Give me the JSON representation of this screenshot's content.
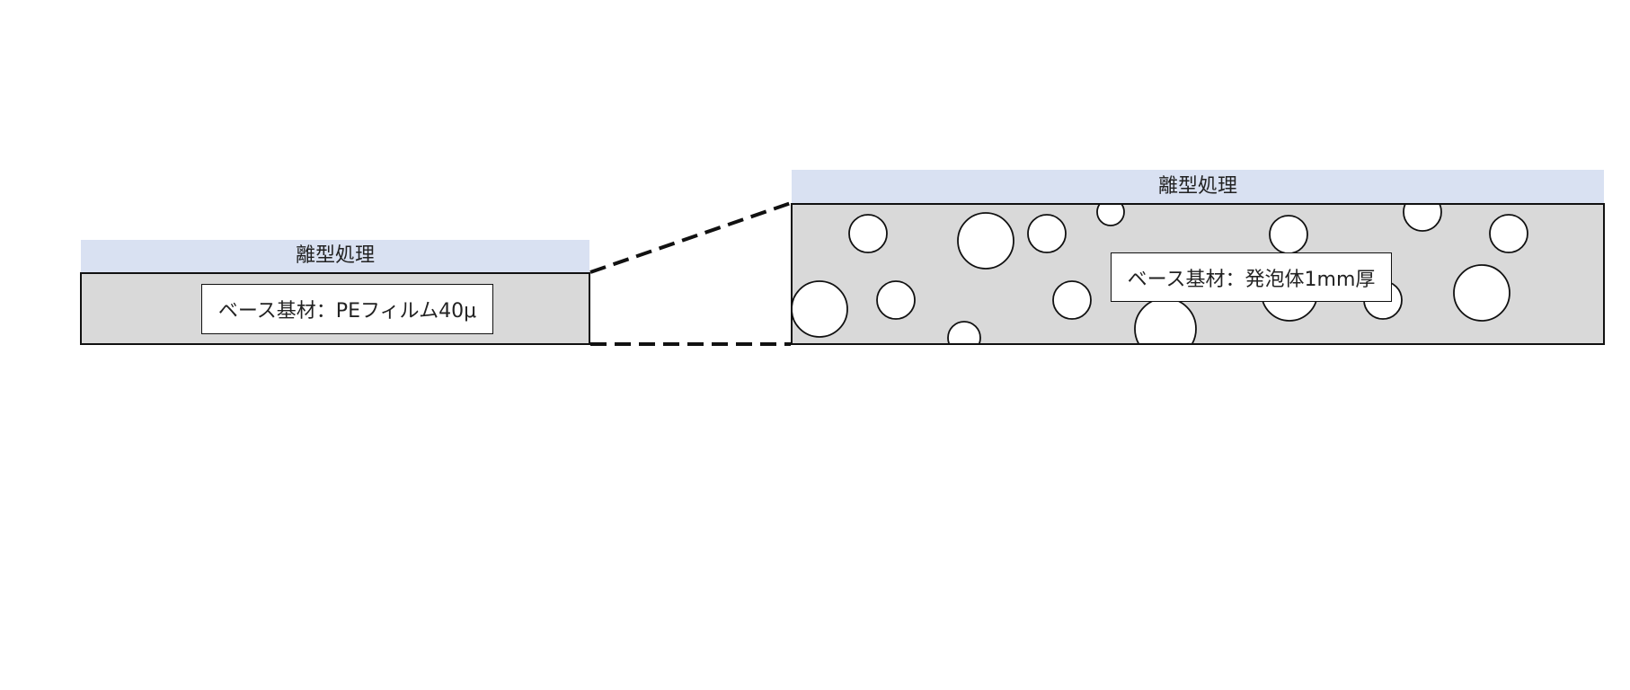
{
  "left_panel": {
    "release_label": "離型処理",
    "base_label": "ベース基材：PEフィルム40μ"
  },
  "right_panel": {
    "release_label": "離型処理",
    "base_label": "ベース基材：発泡体1mm厚"
  },
  "colors": {
    "release_fill": "#d9e1f2",
    "base_fill": "#d9d9d9",
    "outline": "#111111",
    "bubble_fill": "#ffffff"
  }
}
